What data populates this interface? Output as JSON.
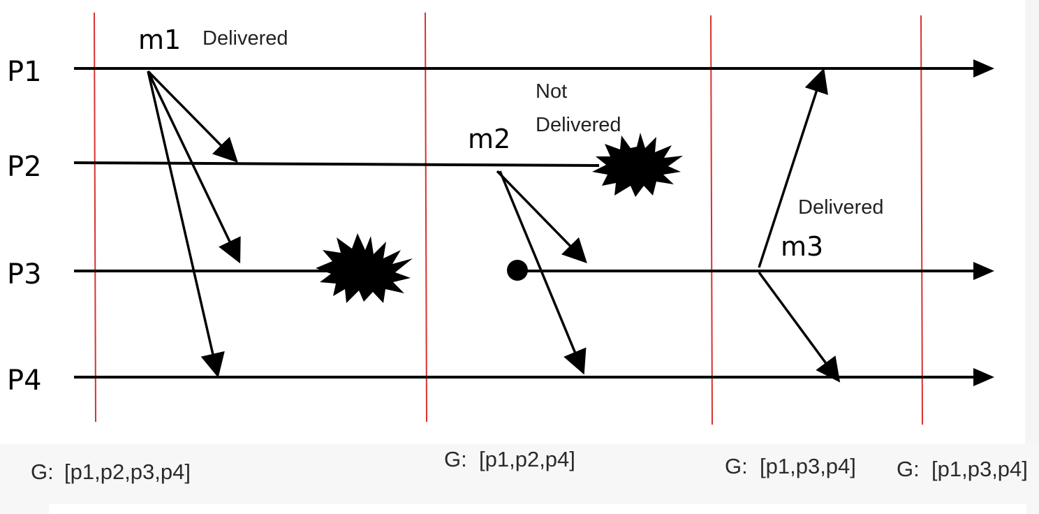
{
  "processes": [
    {
      "id": "p1",
      "label": "P1"
    },
    {
      "id": "p2",
      "label": "P2"
    },
    {
      "id": "p3",
      "label": "P3"
    },
    {
      "id": "p4",
      "label": "P4"
    }
  ],
  "messages": {
    "m1": {
      "label": "m1",
      "status": "Delivered"
    },
    "m2": {
      "label": "m2",
      "status_line1": "Not",
      "status_line2": "Delivered"
    },
    "m3": {
      "label": "m3",
      "status": "Delivered"
    }
  },
  "views": [
    {
      "prefix": "G:",
      "members": "[p1,p2,p3,p4]"
    },
    {
      "prefix": "G:",
      "members": "[p1,p2,p4]"
    },
    {
      "prefix": "G:",
      "members": "[p1,p3,p4]"
    },
    {
      "prefix": "G:",
      "members": "[p1,p3,p4]"
    }
  ],
  "colors": {
    "process_line": "#000000",
    "view_boundary": "#d8302f",
    "crash_burst": "#000000"
  }
}
